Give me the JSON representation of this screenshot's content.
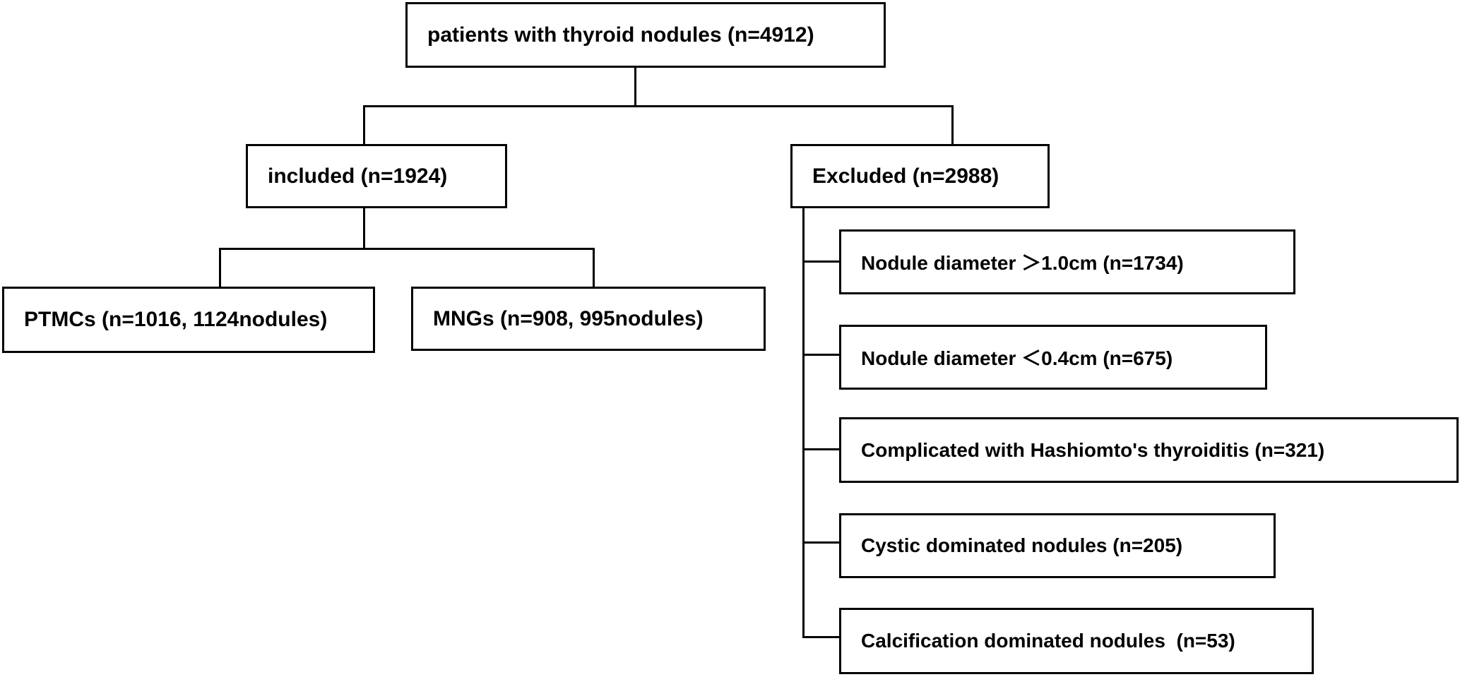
{
  "flowchart": {
    "root": "patients with thyroid nodules (n=4912)",
    "included": "included (n=1924)",
    "excluded": "Excluded (n=2988)",
    "included_children": [
      "PTMCs (n=1016, 1124nodules)",
      "MNGs (n=908, 995nodules)"
    ],
    "exclusion_reasons": [
      "Nodule diameter ＞1.0cm (n=1734)",
      "Nodule diameter ＜0.4cm (n=675)",
      "Complicated with Hashiomto's thyroiditis (n=321)",
      "Cystic dominated nodules (n=205)",
      "Calcification dominated nodules  (n=53)"
    ]
  }
}
